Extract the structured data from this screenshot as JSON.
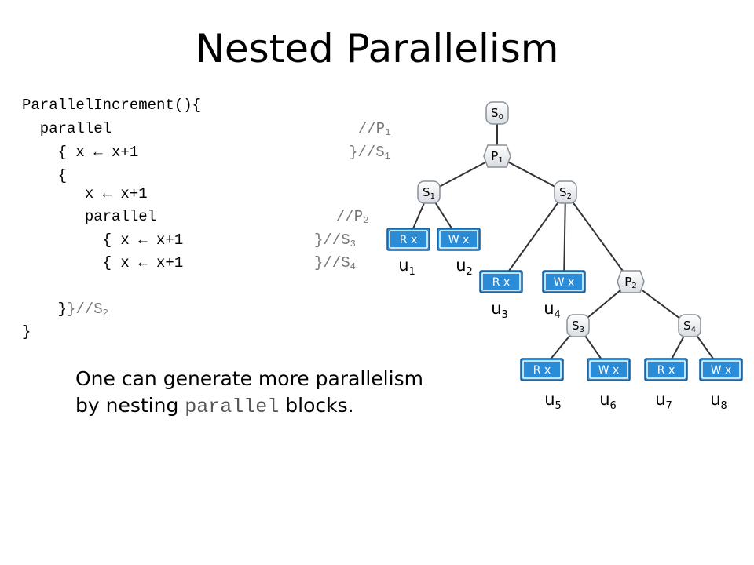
{
  "title": "Nested Parallelism",
  "code": {
    "lines": [
      "ParallelIncrement(){",
      "  parallel",
      "    { x ← x+1",
      "    {",
      "       x ← x+1",
      "       parallel",
      "         { x ← x+1",
      "         { x ← x+1",
      "",
      "    }",
      "}"
    ],
    "comments": [
      {
        "id": "p1",
        "brace": "",
        "text": "//P",
        "sub": "1"
      },
      {
        "id": "s1",
        "brace": "}",
        "text": "//S",
        "sub": "1"
      },
      {
        "id": "p2",
        "brace": "",
        "text": "//P",
        "sub": "2"
      },
      {
        "id": "s3",
        "brace": "}",
        "text": "//S",
        "sub": "3"
      },
      {
        "id": "s4",
        "brace": "}",
        "text": "//S",
        "sub": "4"
      },
      {
        "id": "s2",
        "brace": "}",
        "text": "//S",
        "sub": "2"
      }
    ]
  },
  "caption": {
    "line1": "One can generate more parallelism",
    "line2_pre": "by nesting ",
    "line2_code": "parallel",
    "line2_post": " blocks."
  },
  "tree": {
    "nodes": [
      {
        "id": "S0",
        "letter": "S",
        "sub": "0"
      },
      {
        "id": "P1",
        "letter": "P",
        "sub": "1"
      },
      {
        "id": "S1",
        "letter": "S",
        "sub": "1"
      },
      {
        "id": "S2",
        "letter": "S",
        "sub": "2"
      },
      {
        "id": "P2",
        "letter": "P",
        "sub": "2"
      },
      {
        "id": "S3",
        "letter": "S",
        "sub": "3"
      },
      {
        "id": "S4",
        "letter": "S",
        "sub": "4"
      }
    ],
    "leaves": [
      {
        "id": "L1",
        "label": "R x",
        "u": "1"
      },
      {
        "id": "L2",
        "label": "W x",
        "u": "2"
      },
      {
        "id": "L3",
        "label": "R x",
        "u": "3"
      },
      {
        "id": "L4",
        "label": "W x",
        "u": "4"
      },
      {
        "id": "L5",
        "label": "R x",
        "u": "5"
      },
      {
        "id": "L6",
        "label": "W x",
        "u": "6"
      },
      {
        "id": "L7",
        "label": "R x",
        "u": "7"
      },
      {
        "id": "L8",
        "label": "W x",
        "u": "8"
      }
    ],
    "u_letter": "u",
    "box_fill": "#2a8bd6",
    "box_stroke": "#1a5a90"
  }
}
